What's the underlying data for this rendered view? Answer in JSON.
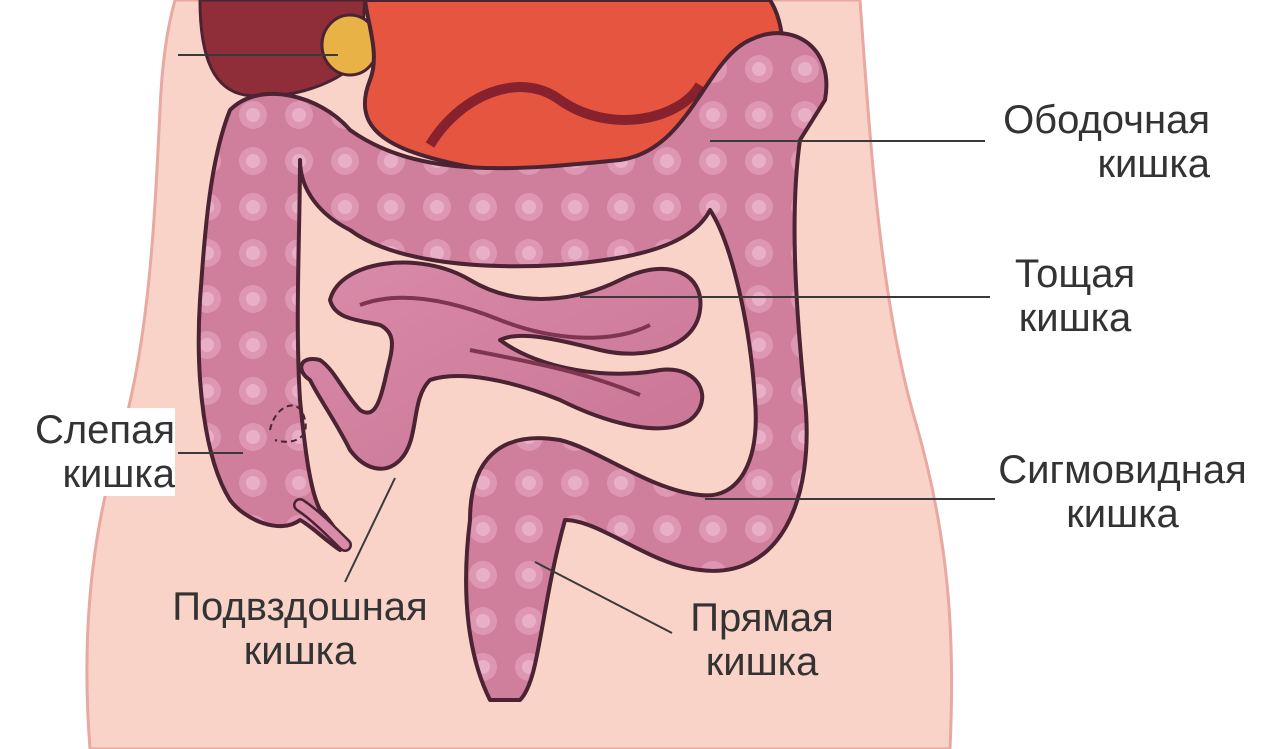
{
  "diagram": {
    "labels": {
      "colon": {
        "line1": "Ободочная",
        "line2": "кишка"
      },
      "jejunum": {
        "line1": "Тощая",
        "line2": "кишка"
      },
      "cecum": {
        "line1": "Слепая",
        "line2": "кишка"
      },
      "sigmoid": {
        "line1": "Сигмовидная",
        "line2": "кишка"
      },
      "ileum": {
        "line1": "Подвздошная",
        "line2": "кишка"
      },
      "rectum": {
        "line1": "Прямая",
        "line2": "кишка"
      }
    },
    "colors": {
      "body": "#f9d3c8",
      "body_outline": "#e7a9a1",
      "intestine": "#cf7e9b",
      "intestine_highlight": "#e7a5c1",
      "intestine_outline": "#4b2332",
      "liver": "#8f2d39",
      "stomach": "#e5553f",
      "gallbladder": "#e9b247",
      "leader_line": "#3a3a3a"
    }
  }
}
